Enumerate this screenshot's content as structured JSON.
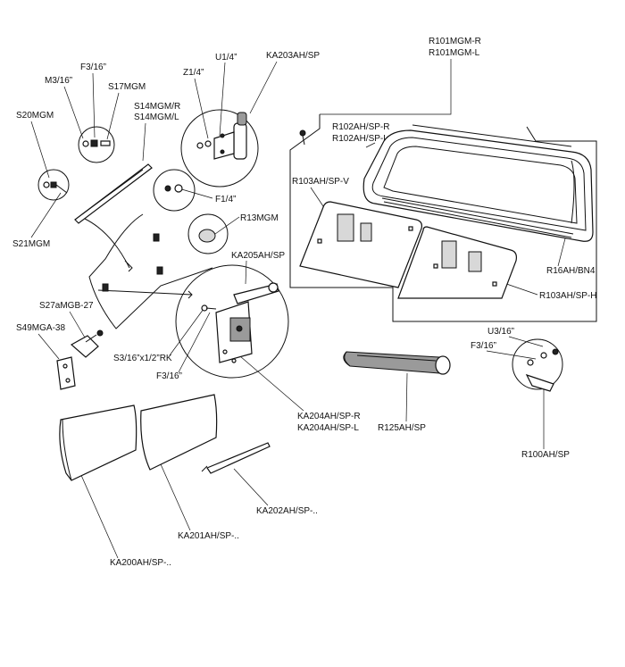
{
  "labels": {
    "u14": "U1/4”",
    "ka203": "KA203AH/SP",
    "f316a": "F3/16”",
    "z14": "Z1/4”",
    "m316": "M3/16”",
    "s17": "S17MGM",
    "s14r": "S14MGM/R",
    "s14l": "S14MGM/L",
    "s20": "S20MGM",
    "f14": "F1/4”",
    "r13": "R13MGM",
    "s21": "S21MGM",
    "ka205": "KA205AH/SP",
    "s27": "S27aMGB-27",
    "s49": "S49MGA-38",
    "s316": "S3/16”x1/2”RK",
    "f316b": "F3/16”",
    "ka204r": "KA204AH/SP-R",
    "ka204l": "KA204AH/SP-L",
    "ka202": "KA202AH/SP-..",
    "ka201": "KA201AH/SP-..",
    "ka200": "KA200AH/SP-..",
    "r101r": "R101MGM-R",
    "r101l": "R101MGM-L",
    "r102r": "R102AH/SP-R",
    "r102l": "R102AH/SP-L",
    "r103v": "R103AH/SP-V",
    "r16": "R16AH/BN4",
    "r103h": "R103AH/SP-H",
    "u316": "U3/16”",
    "f316c": "F3/16”",
    "r125": "R125AH/SP",
    "r100": "R100AH/SP"
  }
}
